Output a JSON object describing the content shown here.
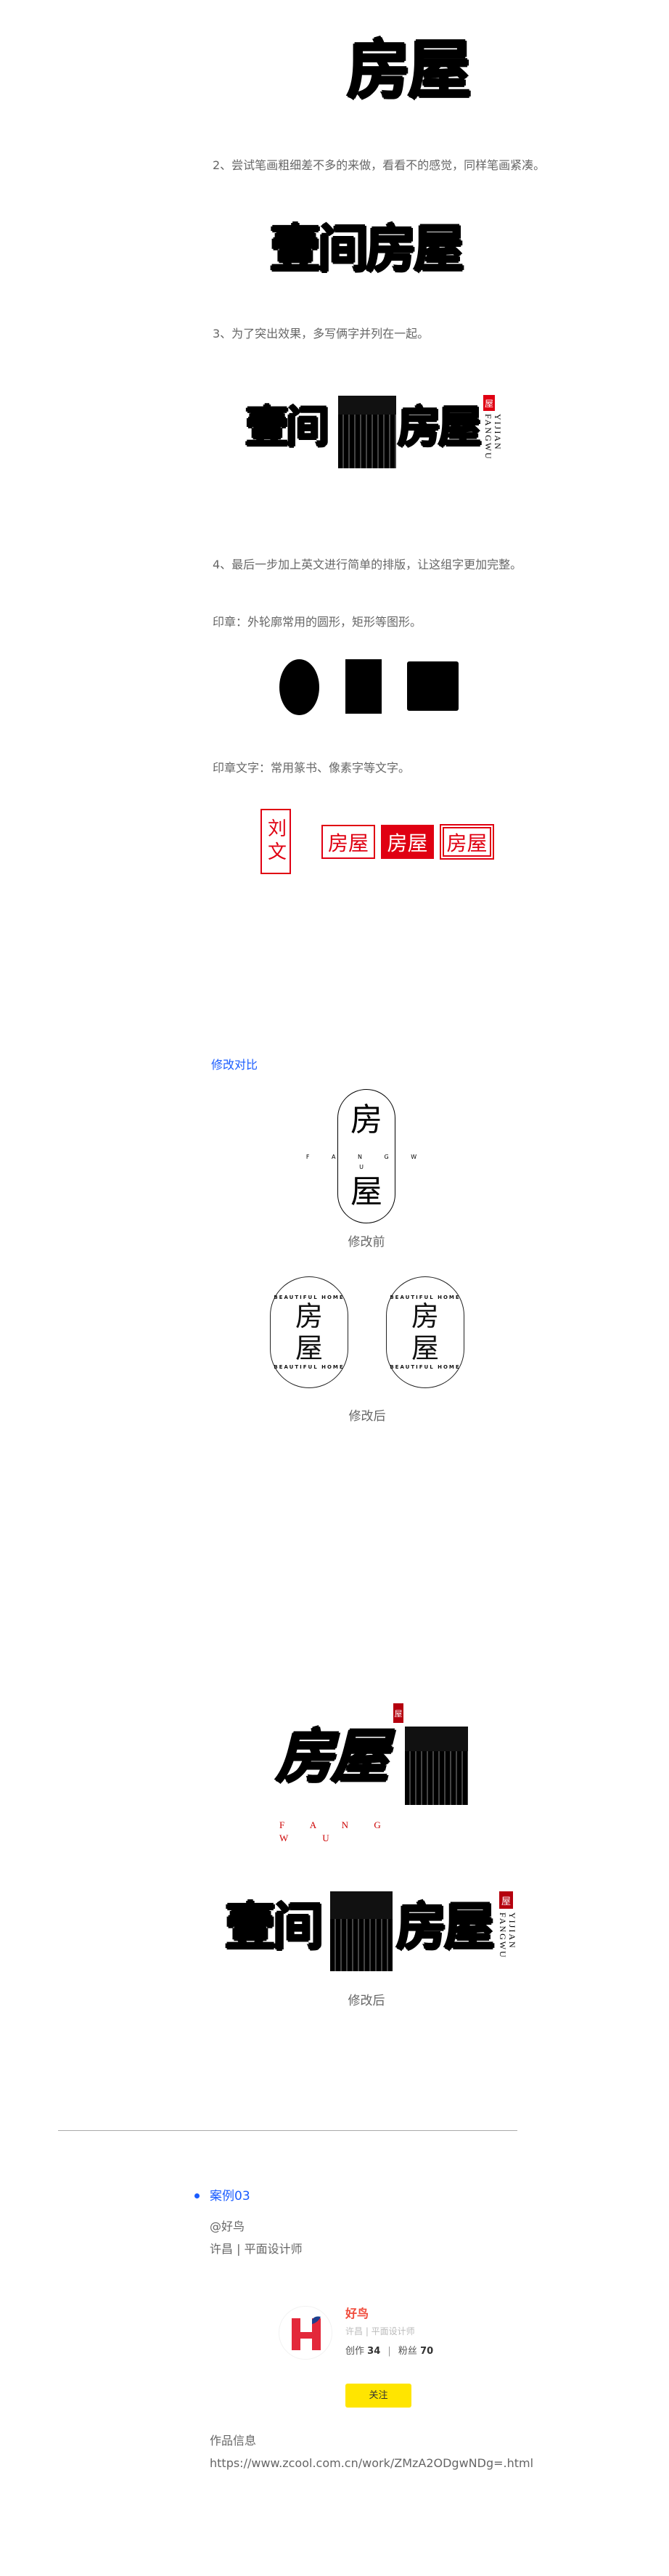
{
  "logo_top": "房屋",
  "steps": [
    "2、尝试笔画粗细差不多的来做，看看不的感觉，同样笔画紧凑。",
    "3、为了突出效果，多写俩字并列在一起。",
    "4、最后一步加上英文进行简单的排版，让这组字更加完整。"
  ],
  "logo_four": "壹间房屋",
  "logo_parts": {
    "left": "壹间",
    "right": "房屋",
    "seal": "屋",
    "english": "YIJIAN FANGWU"
  },
  "seal_shapes_text": "印章：外轮廓常用的圆形，矩形等图形。",
  "seal_text_text": "印章文字：常用篆书、像素字等文字。",
  "seal_samples": [
    "刘文",
    "房屋",
    "房屋",
    "房屋"
  ],
  "compare_title": "修改对比",
  "before": {
    "top": "房",
    "bottom": "屋",
    "english": "F A N G W U",
    "caption": "修改前"
  },
  "after": {
    "ring": "BEAUTIFUL HOME",
    "top": "房",
    "bottom": "屋",
    "caption": "修改后"
  },
  "brush_logo": {
    "text": "房屋",
    "english_1": "F A N G",
    "english_2": "W U",
    "seal": "屋"
  },
  "final_caption": "修改后",
  "case": {
    "title": "案例03",
    "author": "@好鸟",
    "meta": "许昌 | 平面设计师"
  },
  "profile": {
    "name": "好鸟",
    "meta": "许昌 | 平面设计师",
    "works_label": "创作",
    "works": "34",
    "fans_label": "粉丝",
    "fans": "70",
    "follow": "关注"
  },
  "info": {
    "label": "作品信息",
    "url": "https://www.zcool.com.cn/work/ZMzA2ODgwNDg=.html"
  },
  "colors": {
    "accent": "#1a5cff",
    "seal": "#e00012",
    "follow": "#ffe500",
    "name": "#f04a3a"
  }
}
